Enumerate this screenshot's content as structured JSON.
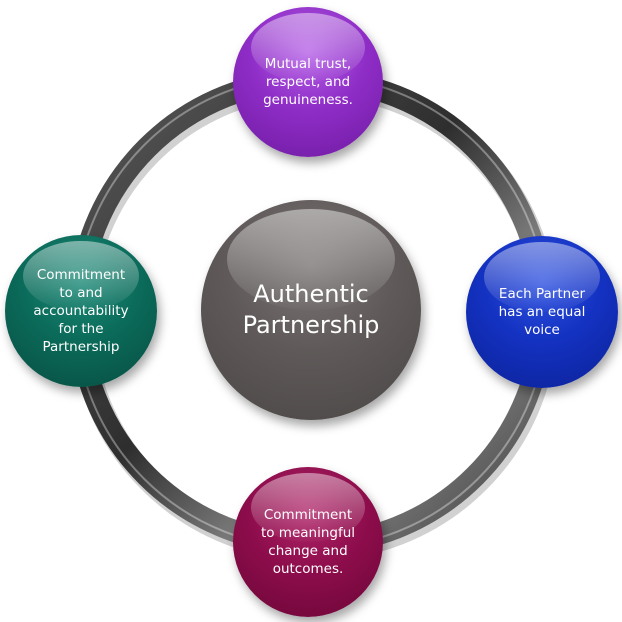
{
  "diagram": {
    "center": {
      "label": "Authentic\nPartnership",
      "color": "#5f5a59"
    },
    "nodes": {
      "top": {
        "label": "Mutual trust,\nrespect, and\ngenuineness.",
        "color": "#8f2dc7"
      },
      "right": {
        "label": "Each Partner\nhas an equal\nvoice",
        "color": "#1432c2"
      },
      "bottom": {
        "label": "Commitment\nto meaningful\nchange and\noutcomes.",
        "color": "#8e0d4c"
      },
      "left": {
        "label": "Commitment\nto and\naccountability\nfor the\nPartnership",
        "color": "#0b6b5a"
      }
    },
    "ring_color": "#4a4a4a"
  }
}
